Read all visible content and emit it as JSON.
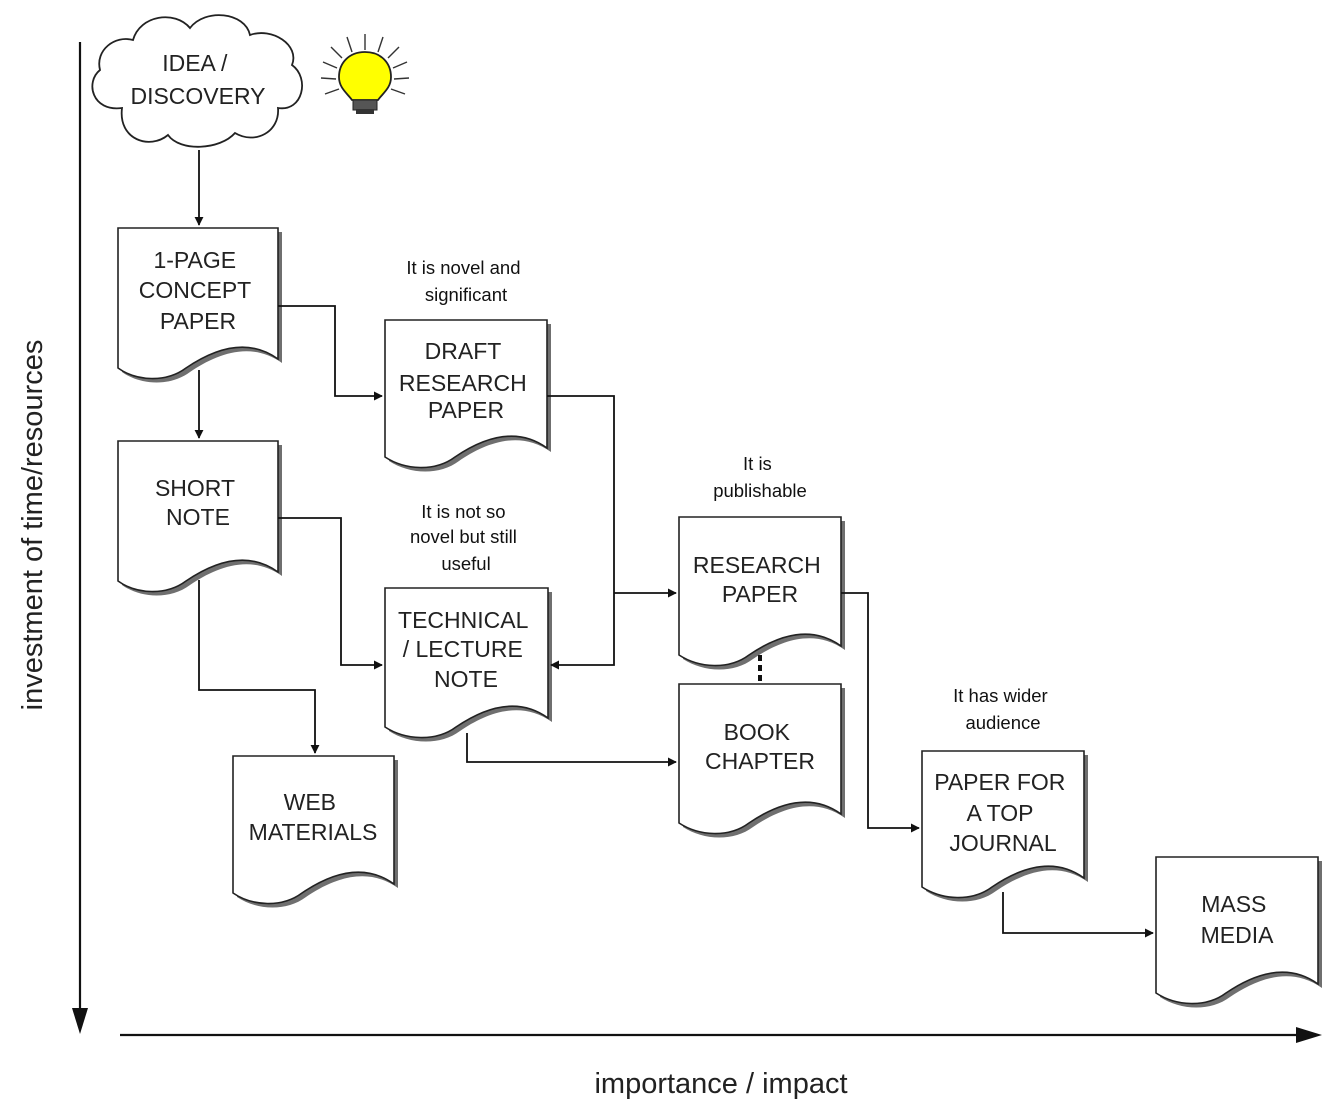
{
  "axes": {
    "vertical_label": "investment of time/resources",
    "horizontal_label": "importance / impact"
  },
  "nodes": {
    "idea": [
      "IDEA /",
      "DISCOVERY"
    ],
    "concept": [
      "1-PAGE",
      "CONCEPT",
      "PAPER"
    ],
    "draft": [
      "DRAFT",
      "RESEARCH",
      "PAPER"
    ],
    "short": [
      "SHORT",
      "NOTE"
    ],
    "technical": [
      "TECHNICAL",
      "/ LECTURE",
      "NOTE"
    ],
    "research": [
      "RESEARCH",
      "PAPER"
    ],
    "book": [
      "BOOK",
      "CHAPTER"
    ],
    "web": [
      "WEB",
      "MATERIALS"
    ],
    "journal": [
      "PAPER FOR",
      "A TOP",
      "JOURNAL"
    ],
    "media": [
      "MASS",
      "MEDIA"
    ]
  },
  "notes": {
    "draft": [
      "It is novel and",
      "significant"
    ],
    "technical": [
      "It is not so",
      "novel but still",
      "useful"
    ],
    "research": [
      "It is",
      "publishable"
    ],
    "journal": [
      "It has wider",
      "audience"
    ]
  },
  "colors": {
    "bulb": "#ffff00",
    "shadow": "#6f6f6f",
    "stroke": "#222222"
  }
}
